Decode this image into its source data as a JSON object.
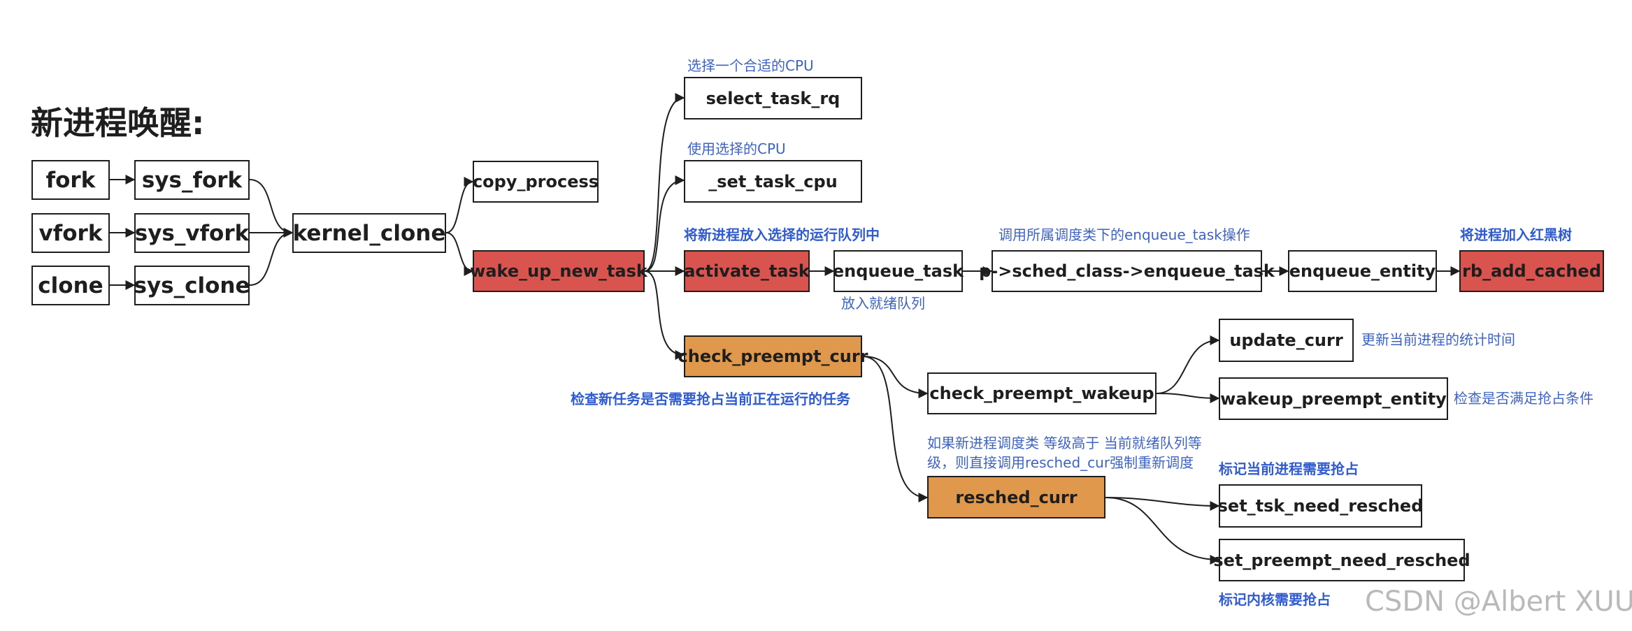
{
  "title": "新进程唤醒:",
  "nodes": {
    "fork": "fork",
    "vfork": "vfork",
    "clone": "clone",
    "sys_fork": "sys_fork",
    "sys_vfork": "sys_vfork",
    "sys_clone": "sys_clone",
    "kernel_clone": "kernel_clone",
    "copy_process": "copy_process",
    "wake_up_new_task": "wake_up_new_task",
    "select_task_rq": "select_task_rq",
    "set_task_cpu": "_set_task_cpu",
    "activate_task": "activate_task",
    "enqueue_task": "enqueue_task",
    "sched_class_enqueue_task": "p->sched_class->enqueue_task",
    "enqueue_entity": "enqueue_entity",
    "rb_add_cached": "rb_add_cached",
    "check_preempt_curr": "check_preempt_curr",
    "check_preempt_wakeup": "check_preempt_wakeup",
    "update_curr": "update_curr",
    "wakeup_preempt_entity": "wakeup_preempt_entity",
    "resched_curr": "resched_curr",
    "set_tsk_need_resched": "set_tsk_need_resched",
    "set_preempt_need_resched": "set_preempt_need_resched"
  },
  "notes": {
    "select_cpu": "选择一个合适的CPU",
    "use_cpu": "使用选择的CPU",
    "put_runqueue": "将新进程放入选择的运行队列中",
    "call_enqueue": "调用所属调度类下的enqueue_task操作",
    "add_rbtree": "将进程加入红黑树",
    "put_ready": "放入就绪队列",
    "update_stats": "更新当前进程的统计时间",
    "check_preempt": "检查新任务是否需要抢占当前正在运行的任务",
    "check_condition": "检查是否满足抢占条件",
    "resched_line1": "如果新进程调度类 等级高于 当前就绪队列等",
    "resched_line2": "级，则直接调用resched_cur强制重新调度",
    "mark_current": "标记当前进程需要抢占",
    "mark_kernel": "标记内核需要抢占"
  },
  "watermark": "CSDN @Albert XUU",
  "colors": {
    "red_node": "#d9534f",
    "orange_node": "#e0994c",
    "note_blue": "#3e63c2",
    "border": "#1e1e1e"
  }
}
